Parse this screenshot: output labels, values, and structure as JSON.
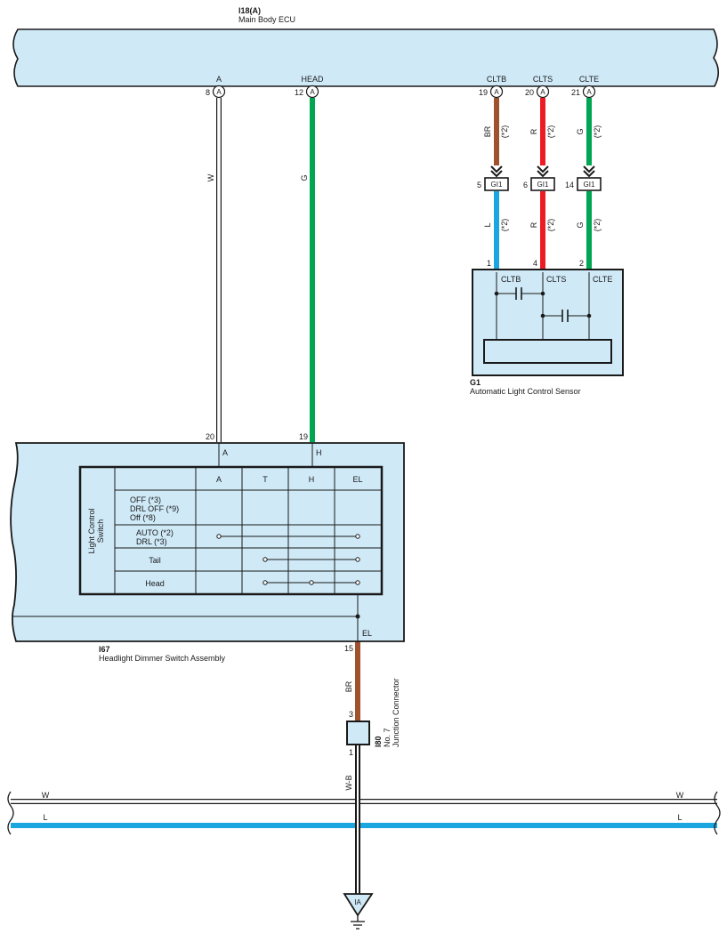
{
  "colors": {
    "component_fill": "#cfe9f7",
    "white_wire": "#ffffff",
    "green_wire": "#00a651",
    "brown_wire": "#a0522d",
    "red_wire": "#ed1c24",
    "blue_wire": "#1ca6e0",
    "outline": "#1a1a1a"
  },
  "ecu": {
    "code": "I18(A)",
    "name": "Main Body ECU",
    "terminals": [
      {
        "pin": "8",
        "connector": "A",
        "signal": "A"
      },
      {
        "pin": "12",
        "connector": "A",
        "signal": "HEAD"
      },
      {
        "pin": "19",
        "connector": "A",
        "signal": "CLTB"
      },
      {
        "pin": "20",
        "connector": "A",
        "signal": "CLTS"
      },
      {
        "pin": "21",
        "connector": "A",
        "signal": "CLTE"
      }
    ]
  },
  "wires": {
    "ecu_a": {
      "color": "W"
    },
    "ecu_head": {
      "color": "G"
    },
    "cltb_upper": {
      "color": "BR",
      "note": "(*2)"
    },
    "clts_upper": {
      "color": "R",
      "note": "(*2)"
    },
    "clte_upper": {
      "color": "G",
      "note": "(*2)"
    },
    "cltb_lower": {
      "color": "L",
      "note": "(*2)"
    },
    "clts_lower": {
      "color": "R",
      "note": "(*2)"
    },
    "clte_lower": {
      "color": "G",
      "note": "(*2)"
    },
    "el_out": {
      "color": "BR"
    },
    "ground": {
      "color": "W-B"
    }
  },
  "inline_connectors": [
    {
      "pin": "5",
      "code": "GI1"
    },
    {
      "pin": "6",
      "code": "GI1"
    },
    {
      "pin": "14",
      "code": "GI1"
    }
  ],
  "sensor": {
    "code": "G1",
    "name": "Automatic Light Control Sensor",
    "pins": [
      "1",
      "4",
      "2"
    ],
    "terminals": [
      "CLTB",
      "CLTS",
      "CLTE"
    ]
  },
  "switch_assy": {
    "code": "I67",
    "name": "Headlight Dimmer Switch Assembly",
    "top_pins": [
      "20",
      "19"
    ],
    "top_terminals": [
      "A",
      "H"
    ],
    "bottom_terminal": "EL",
    "bottom_pin": "15",
    "table_title": [
      "Light Control",
      "Switch"
    ],
    "columns": [
      "A",
      "T",
      "H",
      "EL"
    ],
    "rows": [
      {
        "lines": [
          "OFF (*3)",
          "DRL OFF (*9)",
          "Off (*8)"
        ]
      },
      {
        "lines": [
          "AUTO (*2)",
          "DRL (*3)"
        ]
      },
      {
        "lines": [
          "Tail"
        ]
      },
      {
        "lines": [
          "Head"
        ]
      }
    ]
  },
  "junction": {
    "code": "I80",
    "line2": "No. 7",
    "line3": "Junction Connector",
    "pin_top": "3",
    "pin_bottom": "1"
  },
  "bus": {
    "upper_color": "W",
    "lower_color": "L"
  },
  "ground": {
    "label": "IA"
  }
}
